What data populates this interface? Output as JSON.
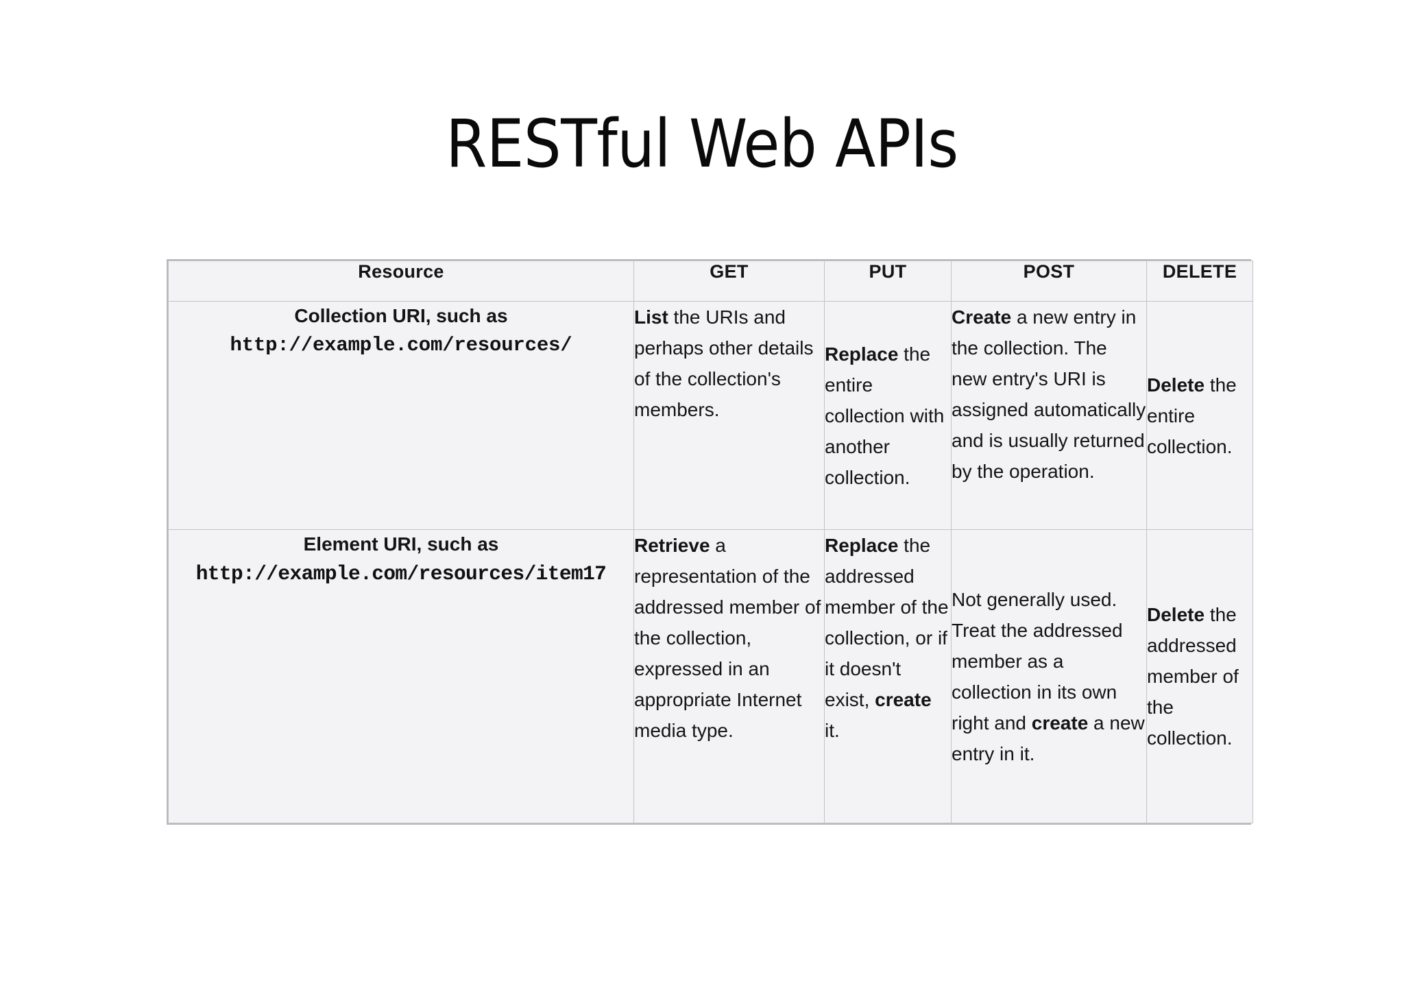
{
  "slide": {
    "title": "RESTful Web APIs"
  },
  "table": {
    "name": "rest-http-methods-table",
    "headers": [
      "Resource",
      "GET",
      "PUT",
      "POST",
      "DELETE"
    ],
    "rows": [
      {
        "resource_label": "Collection URI, such as",
        "resource_uri": "http://example.com/resources/",
        "get": {
          "lead": "List",
          "rest": " the URIs and perhaps other details of the collection's members."
        },
        "put": {
          "lead": "Replace",
          "rest": " the entire collection with another collection."
        },
        "post": {
          "lead": "Create",
          "rest": " a new entry in the collection. The new entry's URI is assigned automatically and is usually returned by the operation."
        },
        "delete": {
          "lead": "Delete",
          "rest": " the entire collection."
        }
      },
      {
        "resource_label": "Element URI, such as",
        "resource_uri": "http://example.com/resources/item17",
        "get": {
          "lead": "Retrieve",
          "rest": " a representation of the addressed member of the collection, expressed in an appropriate Internet media type."
        },
        "put": {
          "lead": "Replace",
          "rest": " the addressed member of the collection, or if it doesn't exist, ",
          "lead2": "create",
          "rest2": " it."
        },
        "post": {
          "rest": "Not generally used. Treat the addressed member as a collection in its own right and ",
          "lead2": "create",
          "rest2": " a new entry in it."
        },
        "delete": {
          "lead": "Delete",
          "rest": " the addressed member of the collection."
        }
      }
    ]
  },
  "colors": {
    "page_background": "#ffffff",
    "cell_background": "#f3f2f4",
    "header_background": "#f0eff1",
    "border": "#c3c3c7",
    "outer_border": "#b9b9bd",
    "text": "#141414"
  }
}
